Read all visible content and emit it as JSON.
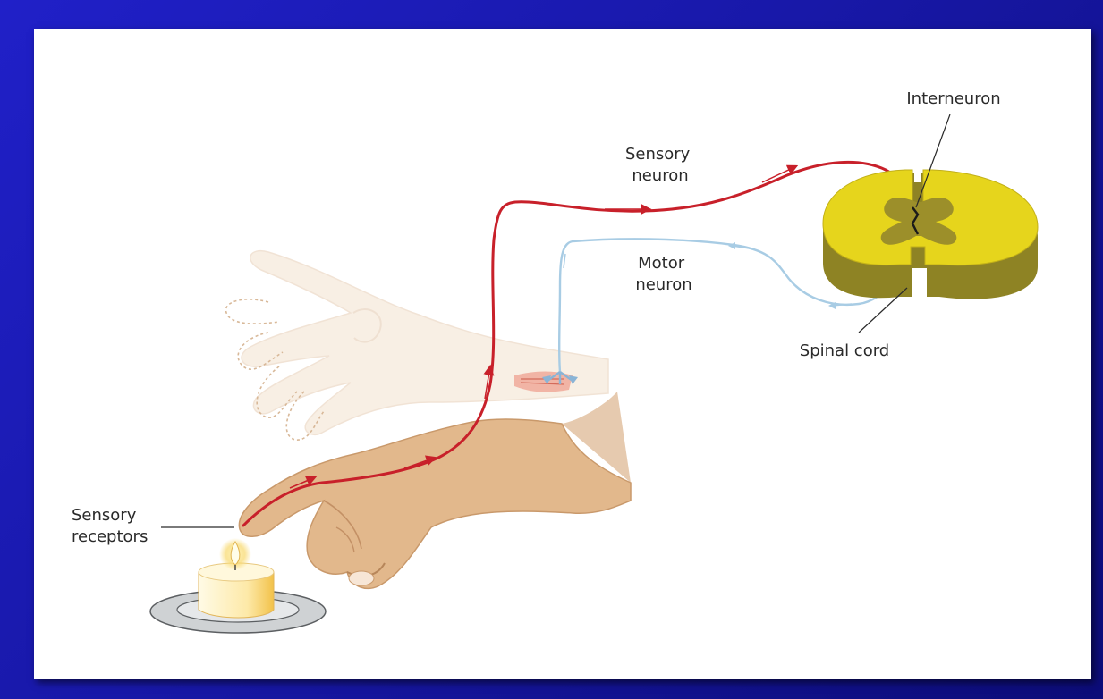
{
  "labels": {
    "sensory_receptors": [
      "Sensory",
      "receptors"
    ],
    "sensory_neuron": [
      "Sensory",
      "neuron"
    ],
    "motor_neuron": [
      "Motor",
      "neuron"
    ],
    "interneuron": "Interneuron",
    "spinal_cord": "Spinal cord"
  },
  "colors": {
    "background": "#1c1cb4",
    "sensory_neuron": "#c8202a",
    "motor_neuron": "#a8cce4",
    "spinal_cord_white_matter": "#e6d51c",
    "spinal_cord_gray_matter": "#8e8324"
  }
}
